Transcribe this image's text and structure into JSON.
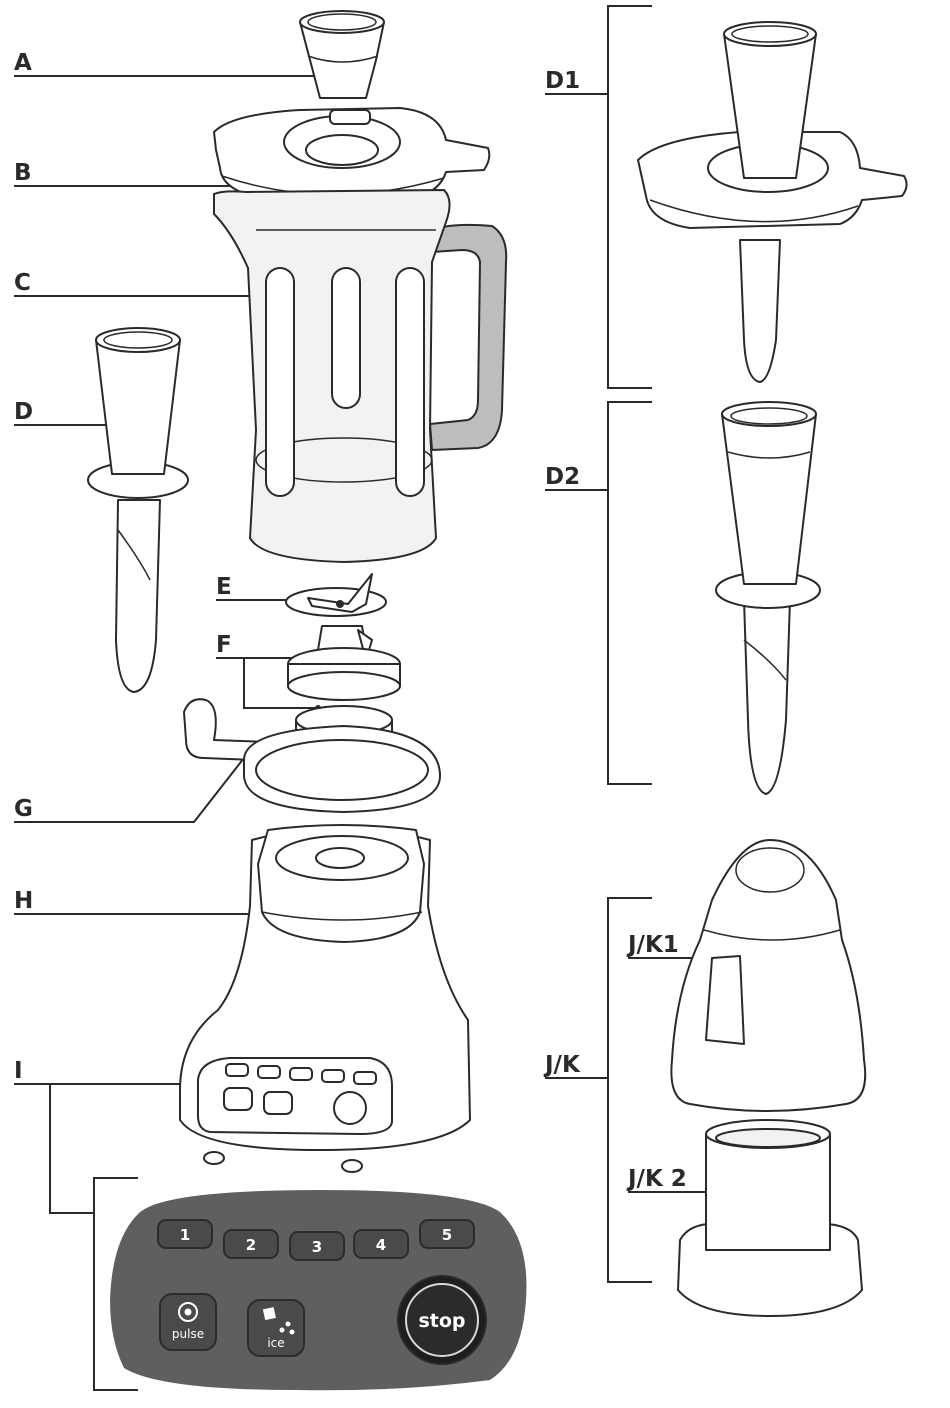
{
  "labels": {
    "a": "A",
    "b": "B",
    "c": "C",
    "d": "D",
    "e": "E",
    "f": "F",
    "g": "G",
    "h": "H",
    "i": "I",
    "d1": "D1",
    "d2": "D2",
    "jk": "J/K",
    "jk1": "J/K1",
    "jk2": "J/K 2"
  },
  "panel": {
    "speeds": [
      "1",
      "2",
      "3",
      "4",
      "5"
    ],
    "pulse": "pulse",
    "ice": "ice",
    "stop": "stop"
  },
  "icons": [
    "pulse-icon",
    "ice-icon"
  ],
  "colors": {
    "line": "#2a2a2a",
    "panel": "#5f5f5f",
    "key": "#4a4a4a",
    "handle": "#bdbdbd"
  }
}
